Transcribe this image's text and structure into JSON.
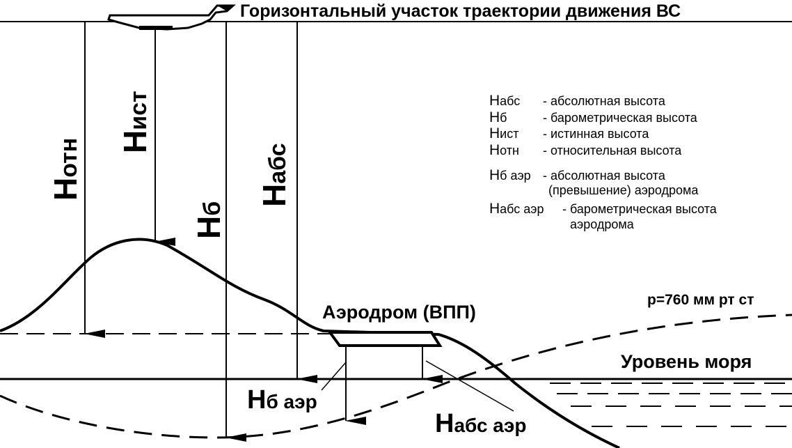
{
  "header": {
    "trajectory_label": "Горизонтальный участок траектории движения ВС"
  },
  "heights": {
    "h_otn": {
      "main": "Н",
      "sub": "отн"
    },
    "h_ist": {
      "main": "Н",
      "sub": "ист"
    },
    "h_b": {
      "main": "Н",
      "sub": "б"
    },
    "h_abs": {
      "main": "Н",
      "sub": "абс"
    },
    "h_b_aer": {
      "main": "Н",
      "sub": "б аэр"
    },
    "h_abs_aer": {
      "main": "Н",
      "sub": "абс аэр"
    }
  },
  "labels": {
    "aerodrome": "Аэродром (ВПП)",
    "sea_level": "Уровень моря",
    "pressure": "р=760 мм рт ст"
  },
  "legend": [
    {
      "sym_main": "Н",
      "sym_sub": "абс",
      "desc": "- абсолютная высота",
      "desc2": ""
    },
    {
      "sym_main": "Н",
      "sym_sub": "б",
      "desc": "- барометрическая высота",
      "desc2": ""
    },
    {
      "sym_main": "Н",
      "sym_sub": "ист",
      "desc": "- истинная высота",
      "desc2": ""
    },
    {
      "sym_main": "Н",
      "sym_sub": "отн",
      "desc": "- относительная высота",
      "desc2": ""
    },
    {
      "sym_main": "Н",
      "sym_sub": "б аэр",
      "desc": "- абсолютная высота",
      "desc2": "(превышение) аэродрома"
    },
    {
      "sym_main": "Н",
      "sym_sub": "абс аэр",
      "desc": "- барометрическая высота",
      "desc2": "аэродрома"
    }
  ]
}
